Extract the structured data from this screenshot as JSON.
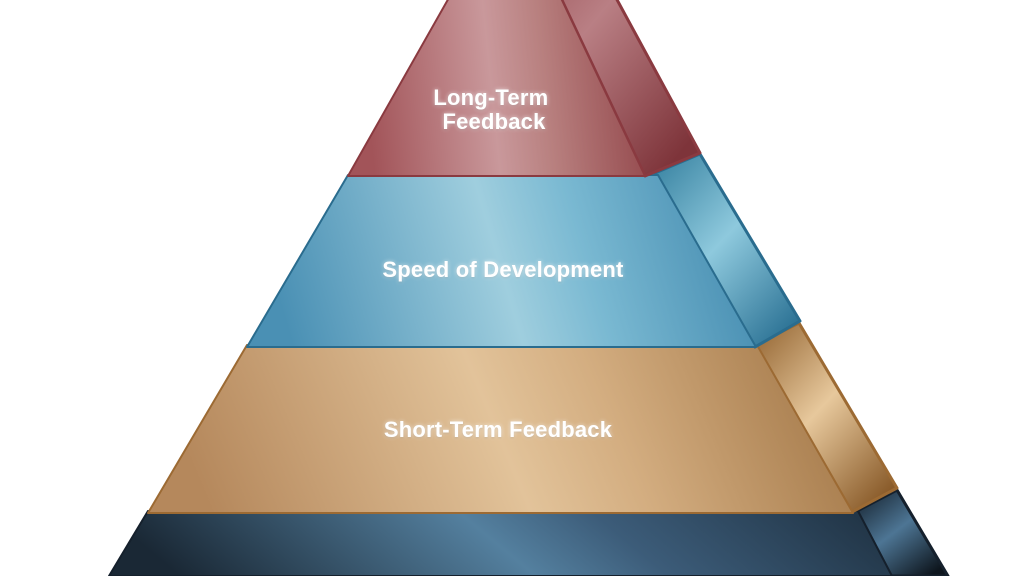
{
  "diagram": {
    "type": "pyramid-3d",
    "background_color": "#ffffff",
    "label_text_color": "#ffffff",
    "levels": [
      {
        "name": "top-level",
        "label": "Long-Term Feedback",
        "label_lines": [
          "Long-Term",
          "Feedback"
        ],
        "front_gradient": [
          "#a25459",
          "#c9989b",
          "#b8807f",
          "#8d3e43"
        ],
        "side_gradient": [
          "#8c3d42",
          "#b97f84",
          "#7e343a"
        ],
        "border_color": "#8a3a40"
      },
      {
        "name": "second-level",
        "label": "Speed of Development",
        "label_lines": [
          "Speed of Development"
        ],
        "front_gradient": [
          "#4a90b4",
          "#9fcede",
          "#7ab9d2",
          "#3d85ab"
        ],
        "side_gradient": [
          "#35809f",
          "#8ec9dd",
          "#2f7597"
        ],
        "border_color": "#2a6c8e"
      },
      {
        "name": "third-level",
        "label": "Short-Term Feedback",
        "label_lines": [
          "Short-Term Feedback"
        ],
        "front_gradient": [
          "#b5885c",
          "#e2c39a",
          "#d3ad80",
          "#9e7242"
        ],
        "side_gradient": [
          "#91622f",
          "#e7c89c",
          "#8a5c2b"
        ],
        "border_color": "#9c6a33"
      },
      {
        "name": "bottom-level",
        "label": "",
        "label_lines": [],
        "front_gradient": [
          "#1a2835",
          "#54809f",
          "#3c5c79",
          "#1e3040"
        ],
        "side_gradient": [
          "#121d28",
          "#4d7594",
          "#0e161e"
        ],
        "border_color": "#15202c"
      }
    ]
  }
}
